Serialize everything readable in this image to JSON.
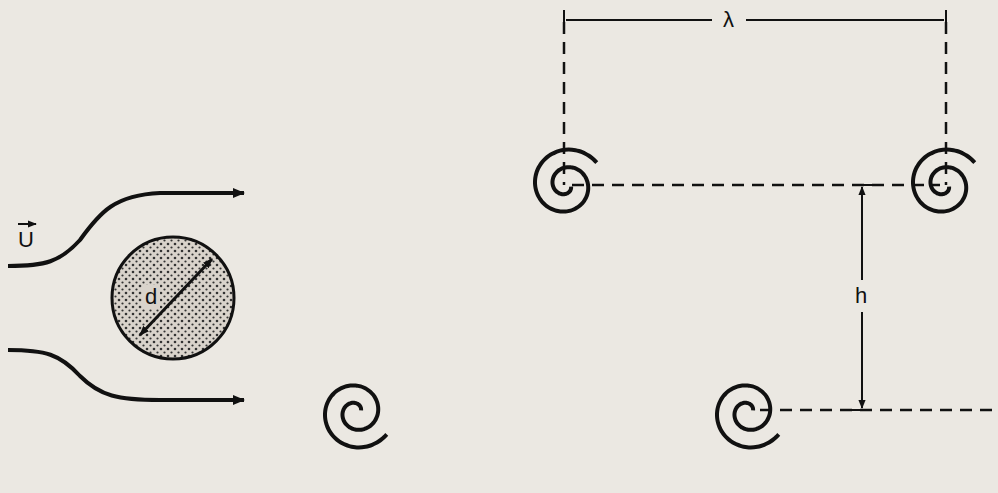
{
  "diagram": {
    "nodes": [
      {
        "text": [
          "d"
        ]
      }
    ],
    "labels": [
      "U",
      "λ",
      "h"
    ]
  }
}
